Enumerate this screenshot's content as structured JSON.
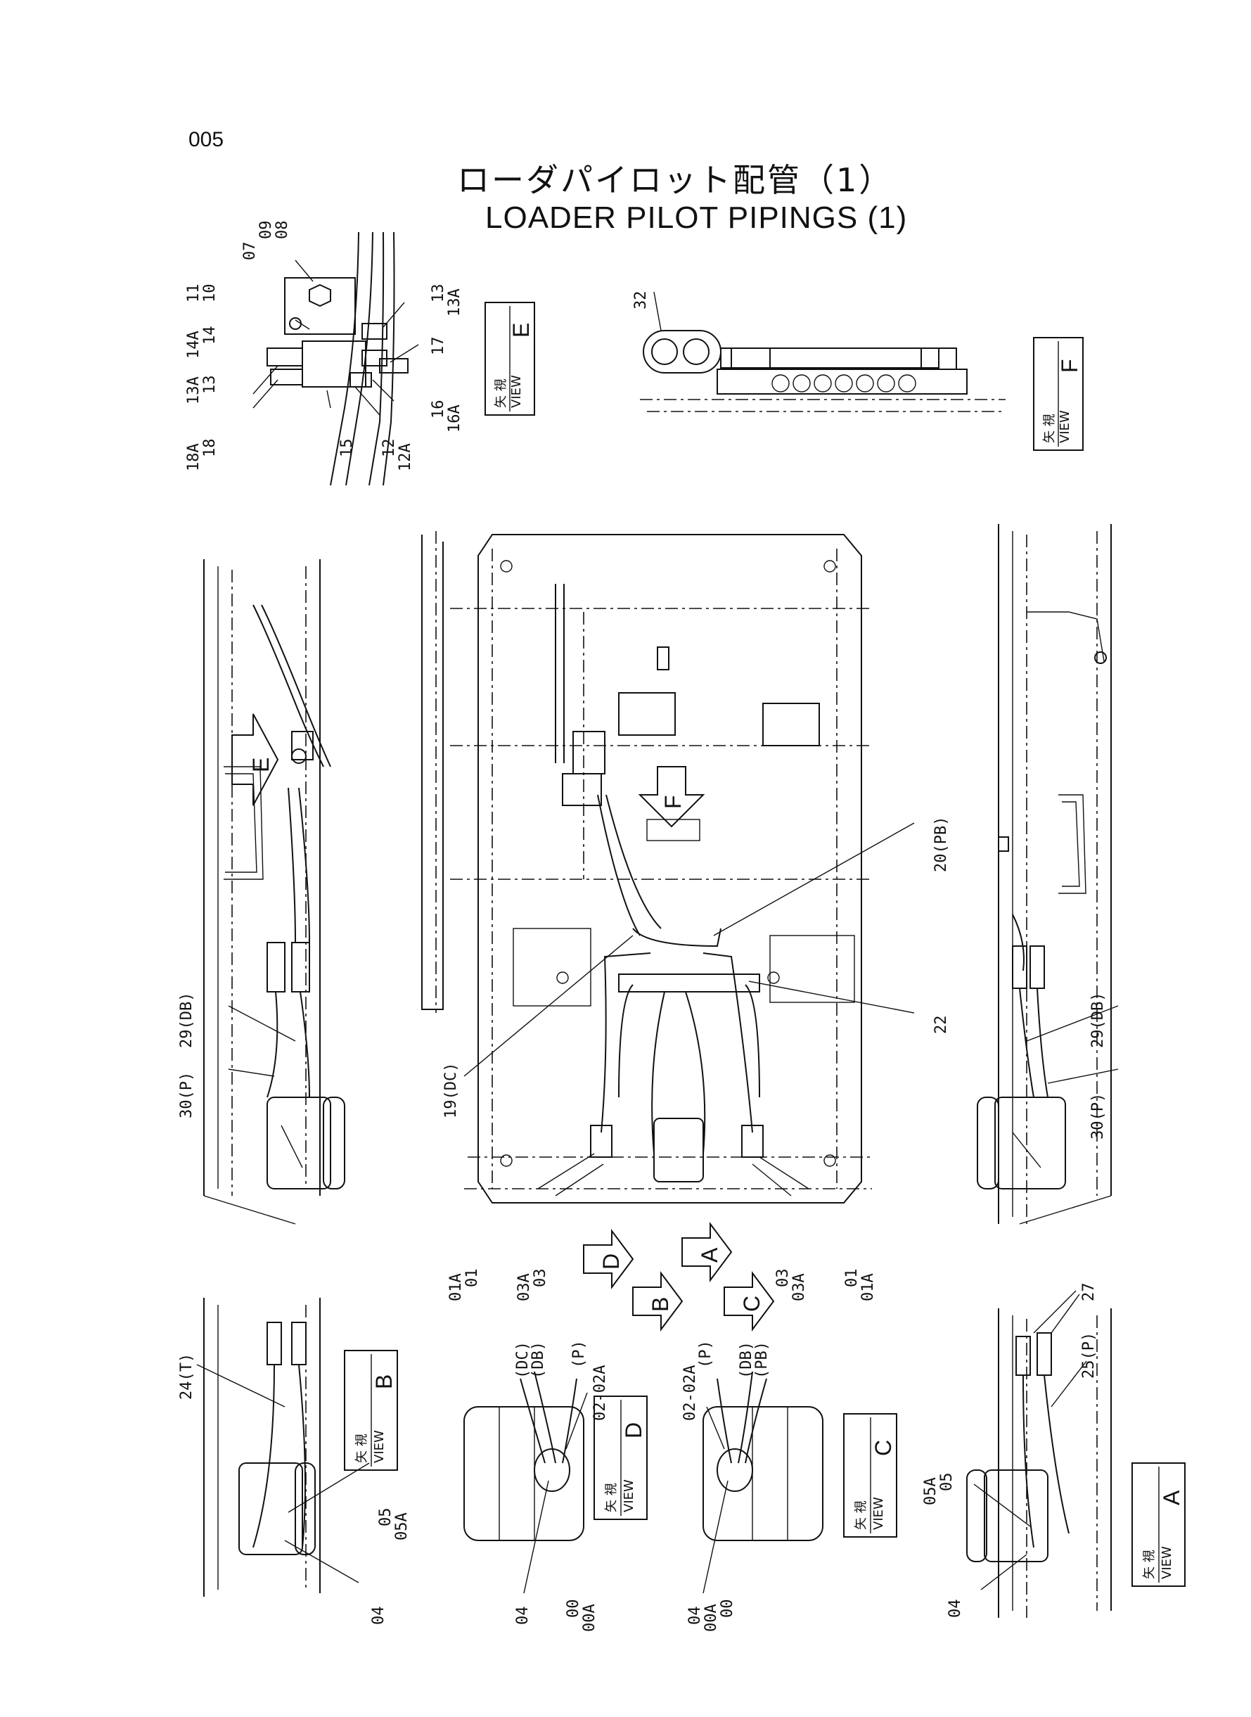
{
  "page_number": "005",
  "title_jp": "ローダパイロット配管（1）",
  "title_en": "LOADER PILOT PIPINGS (1)",
  "view_box_prefix": "矢 視",
  "view_box_en": "VIEW",
  "views": {
    "E": "E",
    "F": "F",
    "A": "A",
    "B": "B",
    "C": "C",
    "D": "D"
  },
  "arrows": {
    "E": "E",
    "F": "F",
    "A": "A",
    "B": "B",
    "C": "C",
    "D": "D"
  },
  "labels": {
    "v07": "07",
    "v09": "09",
    "v08": "08",
    "v11": "11",
    "v10": "10",
    "v14A": "14A",
    "v14": "14",
    "v13A_l": "13A",
    "v13_l": "13",
    "v18A": "18A",
    "v18": "18",
    "v15": "15",
    "v12": "12",
    "v12A": "12A",
    "v16": "16",
    "v16A": "16A",
    "v17": "17",
    "v13_r": "13",
    "v13A_r": "13A",
    "v32": "32",
    "v20PB": "20(PB)",
    "v22": "22",
    "v19DC": "19(DC)",
    "v29DB_l": "29(DB)",
    "v30P_l": "30(P)",
    "v29DB_r": "29(DB)",
    "v30P_r": "30(P)",
    "v01A_l": "01A",
    "v01_l": "01",
    "v03A_l": "03A",
    "v03_l": "03",
    "v03_r": "03",
    "v03A_r": "03A",
    "v01_r": "01",
    "v01A_r": "01A",
    "v24T": "24(T)",
    "v05_b": "05",
    "v05A_b": "05A",
    "v04_b": "04",
    "vDC_d": "(DC)",
    "vDB_d": "(DB)",
    "vP_d": "(P)",
    "v0202A_d": "02-02A",
    "v04_d": "04",
    "v00_d": "00",
    "v00A_d": "00A",
    "v0202A_c": "02-02A",
    "vP_c": "(P)",
    "vDB_c": "(DB)",
    "vPB_c": "(PB)",
    "v04_c": "04",
    "v00A_c": "00A",
    "v00_c": "00",
    "v27": "27",
    "v25P": "25(P)",
    "v05A_a": "05A",
    "v05_a": "05",
    "v04_a": "04"
  }
}
